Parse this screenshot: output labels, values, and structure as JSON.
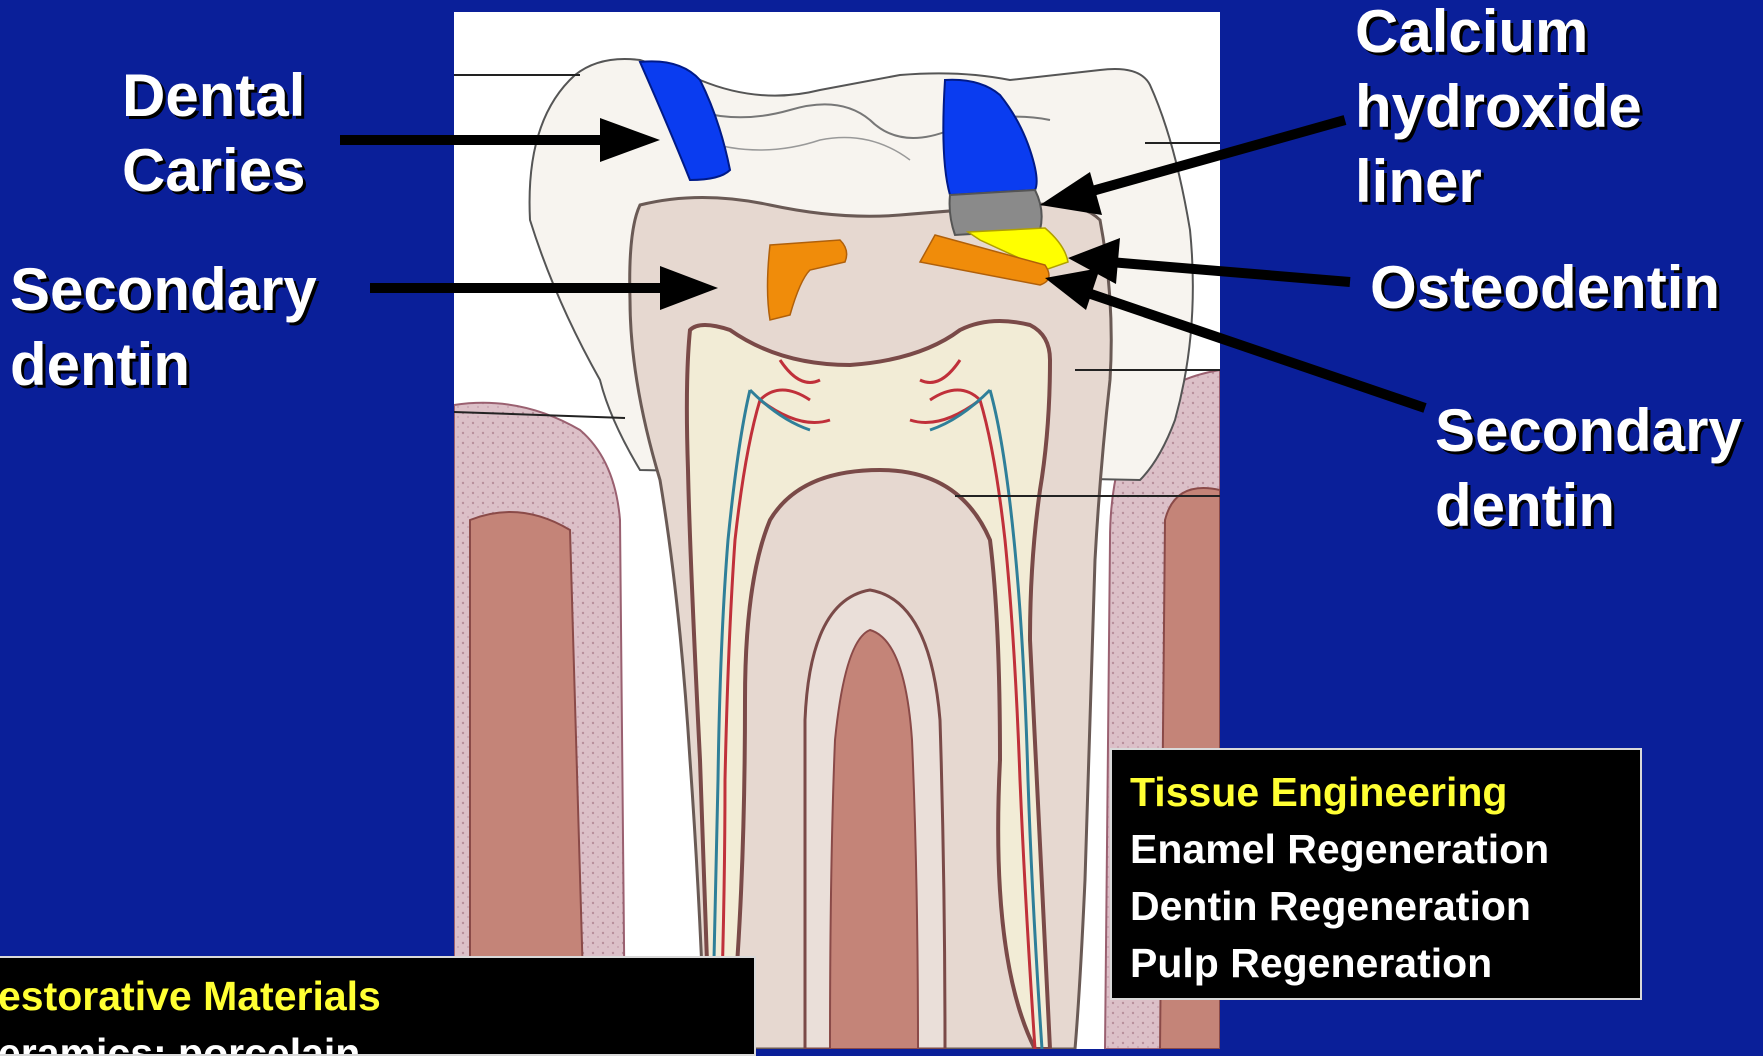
{
  "labels": {
    "dental_caries": [
      "Dental",
      "Caries"
    ],
    "secondary_dentin_left": [
      "Secondary",
      "dentin"
    ],
    "calcium_hydroxide_liner": [
      "Calcium",
      "hydroxide",
      "liner"
    ],
    "osteodentin": "Osteodentin",
    "secondary_dentin_right": [
      "Secondary",
      "dentin"
    ]
  },
  "tissue_engineering_box": {
    "title": "Tissue Engineering",
    "lines": [
      "Enamel Regeneration",
      "Dentin Regeneration",
      "Pulp Regeneration"
    ]
  },
  "restorative_box": {
    "title": "estorative Materials",
    "lines": [
      "eramics; porcelain"
    ]
  },
  "colors": {
    "slide_background": "#0a1f99",
    "label_text": "#ffffff",
    "box_title": "#ffff33",
    "caries": "#0a3cf0",
    "secondary_dentin": "#f08c0a",
    "calcium_hydroxide_liner": "#8a8a8a",
    "osteodentin": "#ffff00",
    "dentin": "#e6d8d0",
    "pulp": "#f2ecd6",
    "bone": "#c48478",
    "gum": "#d9b9c2"
  }
}
